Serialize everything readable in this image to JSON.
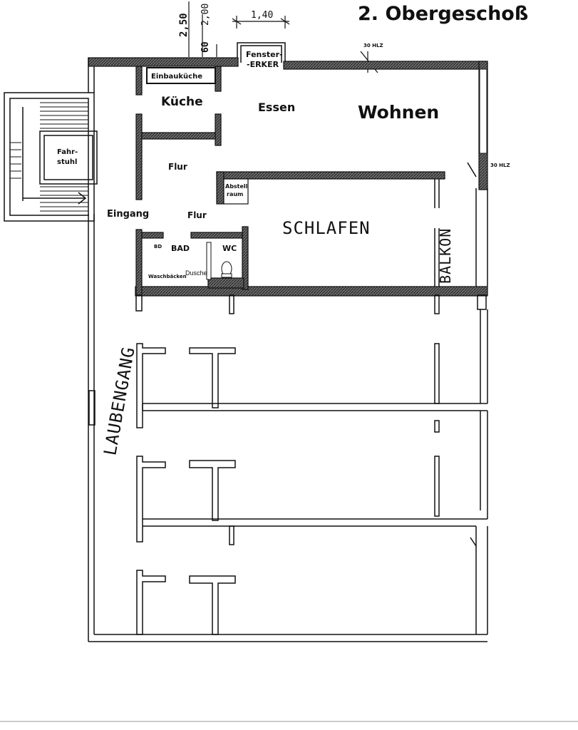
{
  "title": "2. Obergeschoß",
  "dimensions": {
    "d_250": "2,50",
    "d_200": "2,00",
    "d_140": "1,40",
    "d_60": "60"
  },
  "labels": {
    "fenster_erker": [
      "Fenster-",
      "-ERKER"
    ],
    "hlz_top": "30 HLZ",
    "hlz_right": "30 HLZ",
    "einbaukueche": "Einbauküche",
    "kueche": "Küche",
    "essen": "Essen",
    "wohnen": "Wohnen",
    "fahrstuhl": [
      "Fahr-",
      "stuhl"
    ],
    "flur_upper": "Flur",
    "flur_lower": "Flur",
    "abstellraum": [
      "Abstell",
      "raum"
    ],
    "eingang": "Eingang",
    "schlafen": "SCHLAFEN",
    "balkon": "BALKON",
    "bd": "BD",
    "bad": "BAD",
    "wc": "WC",
    "dusche": "Dusche",
    "waschbecken": "Waschbäcken",
    "laubengang": "LAUBENGANG"
  },
  "colors": {
    "wall_fill": "#555555",
    "line": "#111111",
    "background": "#ffffff"
  }
}
